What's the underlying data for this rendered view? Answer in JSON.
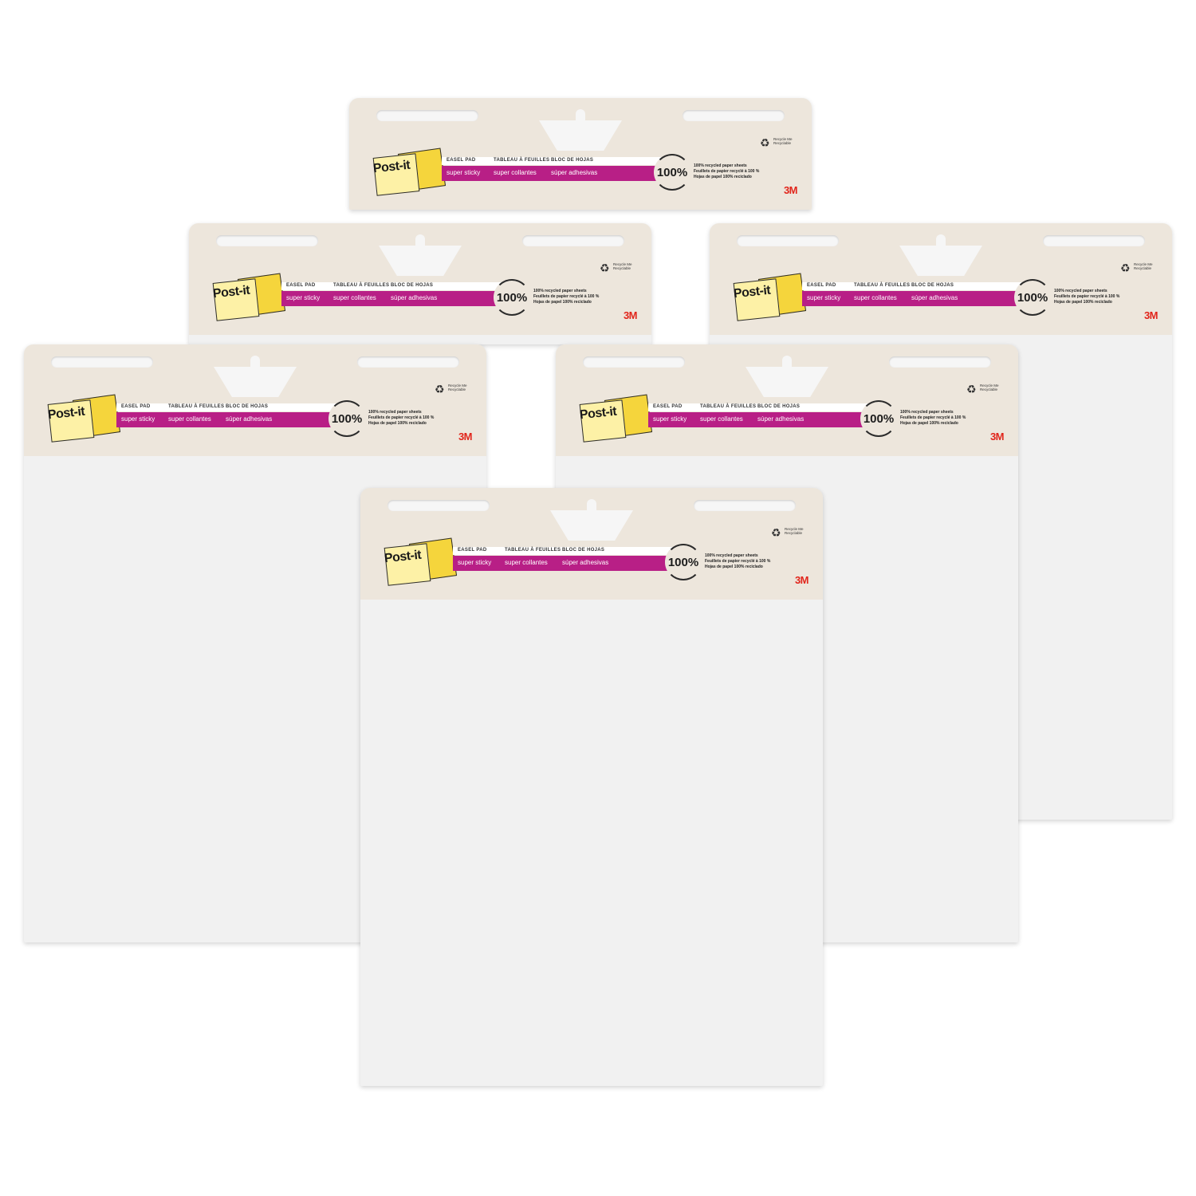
{
  "product": {
    "logo": "Post-it",
    "label_en": "EASEL PAD",
    "label_fr": "TABLEAU À FEUILLES",
    "label_es": "BLOC DE HOJAS",
    "feature_en": "super sticky",
    "feature_fr": "super collantes",
    "feature_es": "súper adhesivas",
    "badge": "100%",
    "recycle_line1": "100% recycled paper sheets",
    "recycle_line2": "Feuillets de papier recyclé à 100 %",
    "recycle_line3": "Hojas de papel 100% reciclado",
    "recycle_me": "Recycle Me Recyclable",
    "brand": "3M"
  },
  "colors": {
    "header": "#ede6dc",
    "band": "#b81f86",
    "note_yellow": "#f5d53c",
    "brand_red": "#e1251b",
    "sheet": "#f1f1f1"
  },
  "pads": [
    {
      "name": "pad-back-top"
    },
    {
      "name": "pad-back-left"
    },
    {
      "name": "pad-back-right"
    },
    {
      "name": "pad-mid-left"
    },
    {
      "name": "pad-mid-right"
    },
    {
      "name": "pad-front"
    }
  ]
}
